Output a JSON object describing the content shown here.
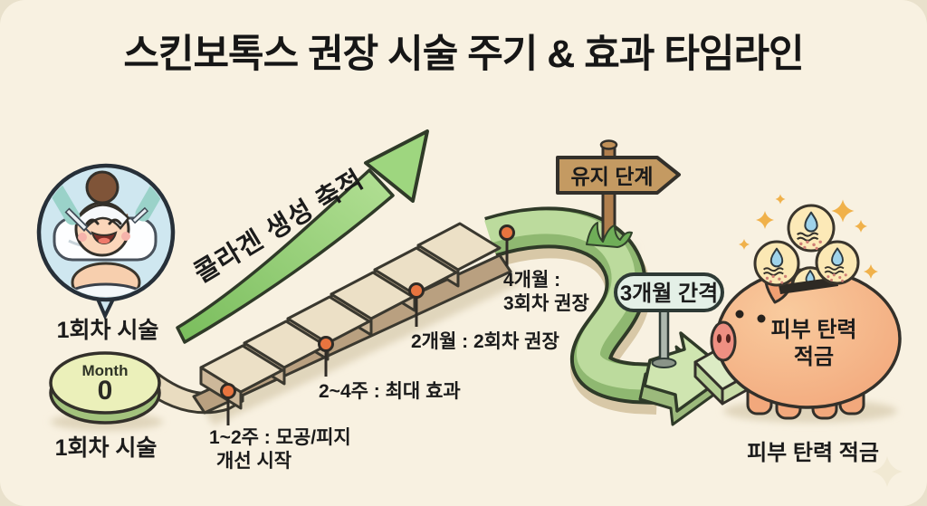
{
  "title": "스킨보톡스 권장 시술 주기 & 효과 타임라인",
  "bubble": {
    "caption": "1회차 시술"
  },
  "growth_arrow": {
    "label": "콜라겐 생성 축적"
  },
  "timeline_start": {
    "month_label": "Month",
    "month_value": "0",
    "caption": "1회차 시술"
  },
  "milestones": [
    {
      "lines": [
        "1~2주 : 모공/피지",
        "개선 시작"
      ]
    },
    {
      "lines": [
        "2~4주 : 최대 효과"
      ]
    },
    {
      "lines": [
        "2개월 : 2회차 권장"
      ]
    },
    {
      "lines": [
        "4개월 :",
        "3회차 권장"
      ]
    }
  ],
  "maintenance_sign": {
    "label": "유지 단계"
  },
  "interval_sign": {
    "label": "3개월 간격"
  },
  "piggy_bank": {
    "lines": [
      "피부 탄력",
      "적금"
    ]
  },
  "footer": {
    "caption": "피부 탄력 적금"
  },
  "palette": {
    "background_outer": "#e9e1cc",
    "card": "#f8f1e1",
    "title_text": "#161616",
    "arrow_green": "#8fc46b",
    "path_green_light": "#bcdb9d",
    "path_green_dark": "#8fb871",
    "stair_top": "#ece0c6",
    "stair_side": "#cdb89a",
    "marker_orange": "#e8743f",
    "sign_wood": "#c49a62",
    "pill_mint": "#e4f0e7",
    "pig_orange": "#f5b184",
    "coin_yellow": "#fbe8b4",
    "bubble_blue": "#cfe7f0",
    "disc_green": "#ebf0ba",
    "sparkle_orange": "#f0b14a"
  }
}
